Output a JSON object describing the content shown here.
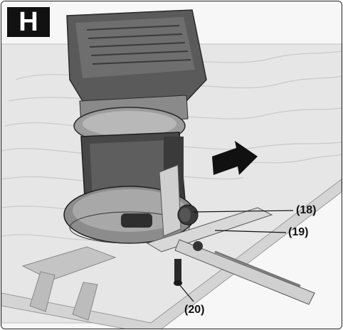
{
  "figure": {
    "badge": "H",
    "callouts": {
      "c18": "(18)",
      "c19": "(19)",
      "c20": "(20)"
    },
    "colors": {
      "wood": "#e6e6e6",
      "tool_dark": "#3a3a3a",
      "tool_mid": "#777777",
      "guide": "#cfcfcf",
      "arrow": "#111111"
    },
    "icons": {
      "arrow": "direction-arrow-icon"
    }
  }
}
